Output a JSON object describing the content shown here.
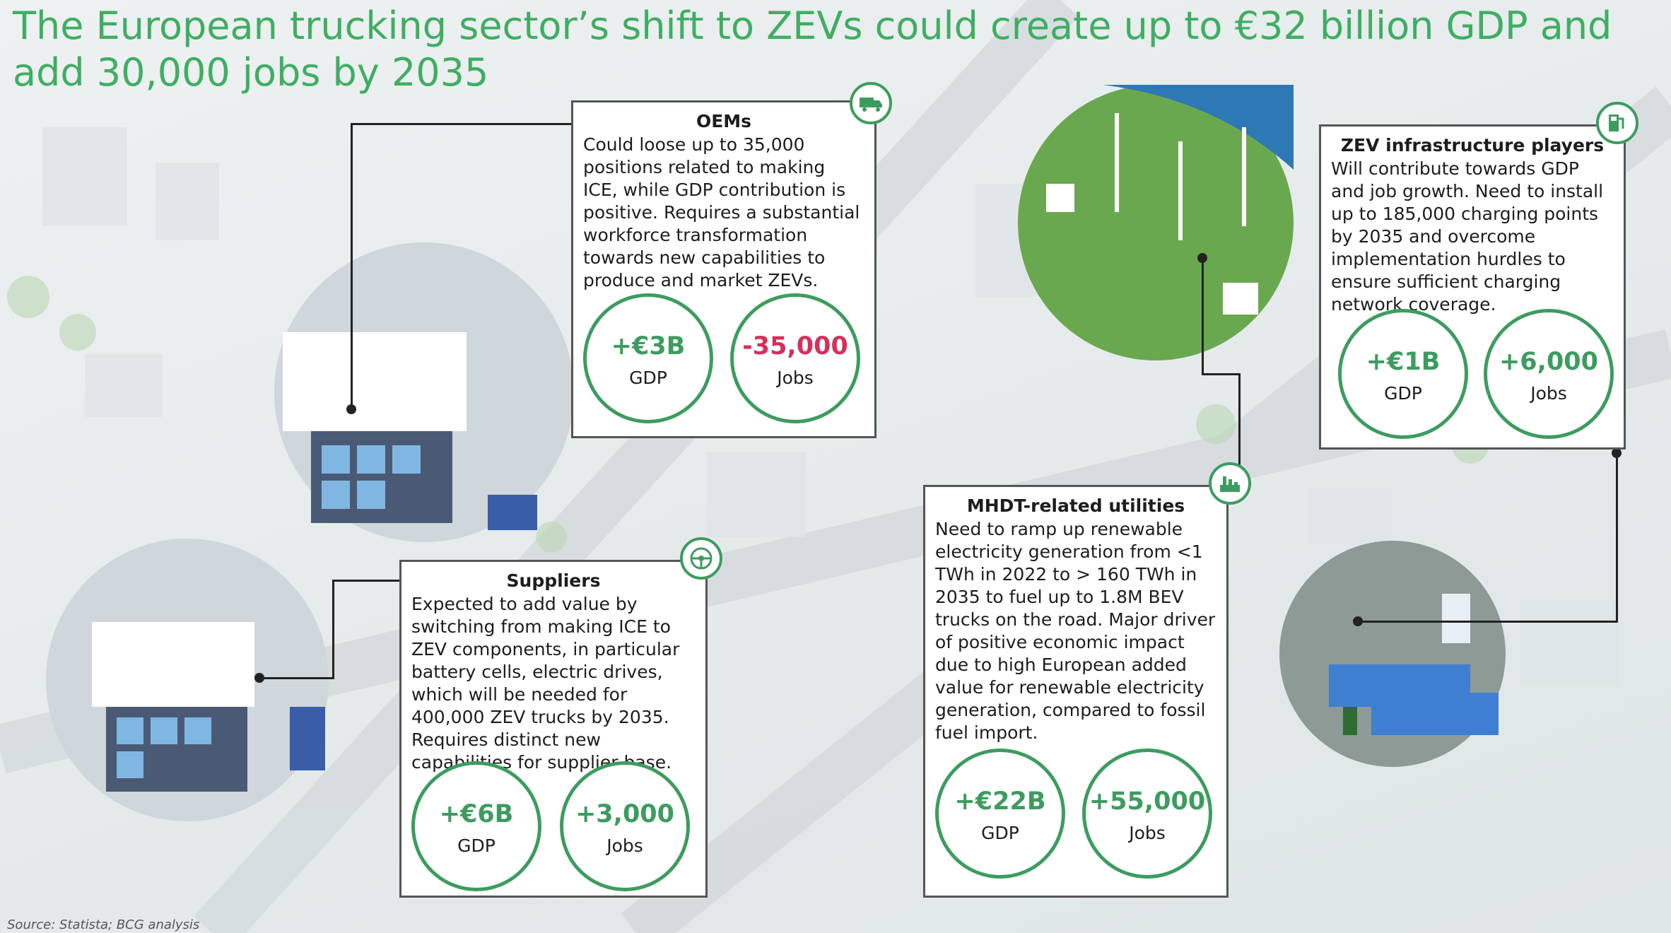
{
  "title": "The European trucking sector’s shift to ZEVs could create up to €32 billion GDP and add 30,000 jobs by 2035",
  "source": "Source: Statista; BCG analysis",
  "colors": {
    "accent": "#3c9c5f",
    "title": "#3fae63",
    "negative": "#d4305a"
  },
  "panels": {
    "oems": {
      "icon": "truck-icon",
      "heading": "OEMs",
      "body": "Could loose up to 35,000 positions related to making ICE, while GDP contribution is positive. Requires a substantial workforce transformation towards new capabilities to produce and market ZEVs.",
      "gdp_value": "+€3B",
      "gdp_label": "GDP",
      "jobs_value": "-35,000",
      "jobs_label": "Jobs"
    },
    "zev_infra": {
      "icon": "charging-station-icon",
      "heading": "ZEV infrastructure players",
      "body": "Will contribute towards GDP and job growth. Need to install up to 185,000 charging points by 2035 and overcome implementation hurdles to ensure sufficient charging network coverage.",
      "gdp_value": "+€1B",
      "gdp_label": "GDP",
      "jobs_value": "+6,000",
      "jobs_label": "Jobs"
    },
    "suppliers": {
      "icon": "steering-wheel-icon",
      "heading": "Suppliers",
      "body": "Expected to add value by switching from making ICE to ZEV components, in particular battery cells, electric drives, which will be needed for 400,000 ZEV trucks by 2035. Requires distinct new capabilities for supplier base.",
      "gdp_value": "+€6B",
      "gdp_label": "GDP",
      "jobs_value": "+3,000",
      "jobs_label": "Jobs"
    },
    "utilities": {
      "icon": "power-plant-icon",
      "heading": "MHDT-related utilities",
      "body": "Need to ramp up renewable electricity generation from <1 TWh in 2022 to > 160 TWh in 2035 to fuel up to 1.8M BEV trucks on the road. Major driver of positive economic impact due to high European added value for renewable electricity generation, compared to fossil fuel import.",
      "gdp_value": "+€22B",
      "gdp_label": "GDP",
      "jobs_value": "+55,000",
      "jobs_label": "Jobs"
    }
  }
}
